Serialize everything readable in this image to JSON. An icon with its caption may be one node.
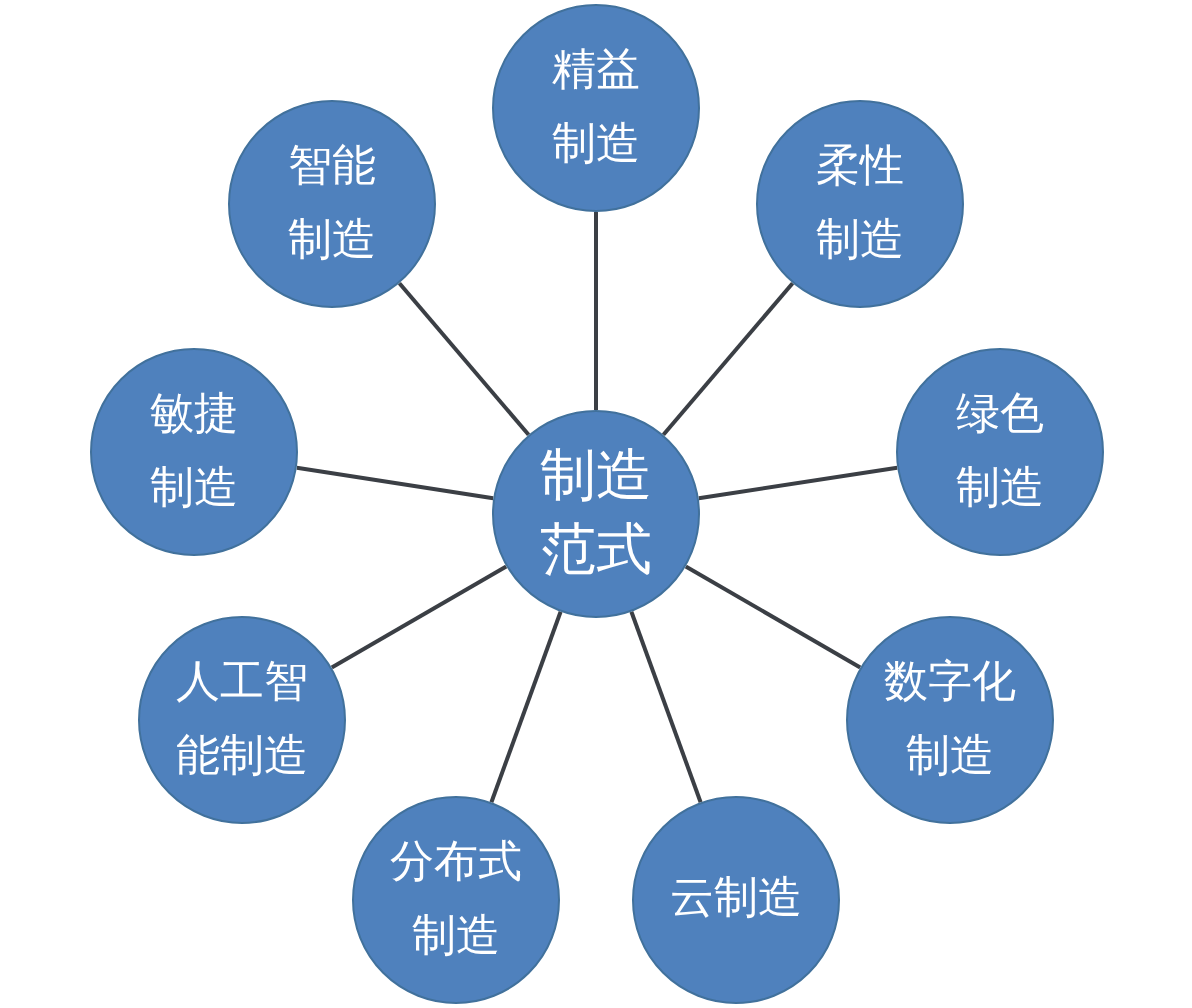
{
  "diagram": {
    "nodes": [
      {
        "text": [
          "制造范式"
        ]
      },
      {
        "text": [
          "精益制造"
        ]
      },
      {
        "text": [
          "柔性制造"
        ]
      },
      {
        "text": [
          "绿色制造"
        ]
      },
      {
        "text": [
          "数字化制造"
        ]
      },
      {
        "text": [
          "云制造"
        ]
      },
      {
        "text": [
          "分布式制造"
        ]
      },
      {
        "text": [
          "人工智能制造"
        ]
      },
      {
        "text": [
          "敏捷制造"
        ]
      },
      {
        "text": [
          "智能制造"
        ]
      }
    ],
    "edges": [
      {
        "from": 0,
        "to": 1,
        "arrow": "none"
      },
      {
        "from": 0,
        "to": 2,
        "arrow": "none"
      },
      {
        "from": 0,
        "to": 3,
        "arrow": "none"
      },
      {
        "from": 0,
        "to": 4,
        "arrow": "none"
      },
      {
        "from": 0,
        "to": 5,
        "arrow": "none"
      },
      {
        "from": 0,
        "to": 6,
        "arrow": "none"
      },
      {
        "from": 0,
        "to": 7,
        "arrow": "none"
      },
      {
        "from": 0,
        "to": 8,
        "arrow": "none"
      },
      {
        "from": 0,
        "to": 9,
        "arrow": "none"
      }
    ]
  }
}
